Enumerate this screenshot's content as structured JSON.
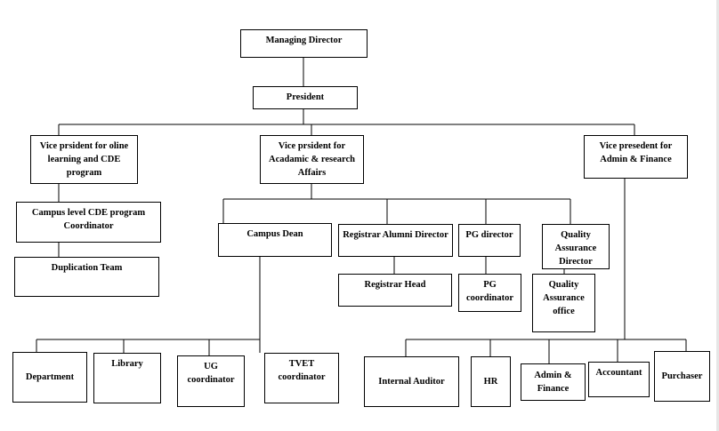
{
  "nodes": {
    "managing_director": "Managing Director",
    "president": "President",
    "vp_online": "Vice prsident for oline learning and CDE program",
    "vp_academic": "Vice prsident for Acadamic & research Affairs",
    "vp_admin": "Vice presedent for Admin & Finance",
    "campus_cde_coordinator": "Campus level CDE program Coordinator",
    "duplication_team": "Duplication Team",
    "campus_dean": "Campus Dean",
    "registrar_alumni_director": "Registrar Alumni Director",
    "pg_director": "PG director",
    "quality_assurance_director": "Quality Assurance Director",
    "registrar_head": "Registrar Head",
    "pg_coordinator": "PG coordinator",
    "quality_assurance_office": "Quality Assurance office",
    "department": "Department",
    "library": "Library",
    "ug_coordinator": "UG coordinator",
    "tvet_coordinator": "TVET coordinator",
    "internal_auditor": "Internal Auditor",
    "hr": "HR",
    "admin_finance": "Admin & Finance",
    "accountant": "Accountant",
    "purchaser": "Purchaser"
  },
  "colors": {
    "line": "#000000",
    "box_border": "#000000",
    "background": "#ffffff"
  }
}
